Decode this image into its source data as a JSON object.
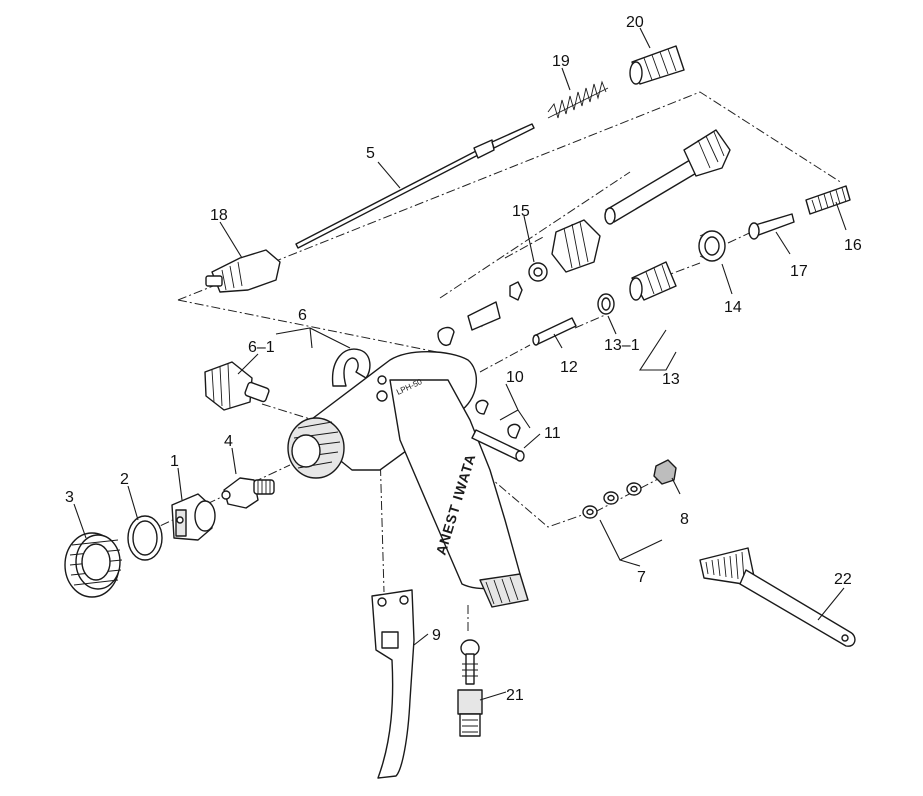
{
  "callouts": {
    "c1": "1",
    "c2": "2",
    "c3": "3",
    "c4": "4",
    "c5": "5",
    "c6": "6",
    "c6_1": "6–1",
    "c7": "7",
    "c8": "8",
    "c9": "9",
    "c10": "10",
    "c11": "11",
    "c12": "12",
    "c13": "13",
    "c13_1": "13–1",
    "c14": "14",
    "c15": "15",
    "c16": "16",
    "c17": "17",
    "c18": "18",
    "c19": "19",
    "c20": "20",
    "c21": "21",
    "c22": "22"
  },
  "imprint": {
    "brand": "ANEST IWATA",
    "model": "LPH-50"
  }
}
